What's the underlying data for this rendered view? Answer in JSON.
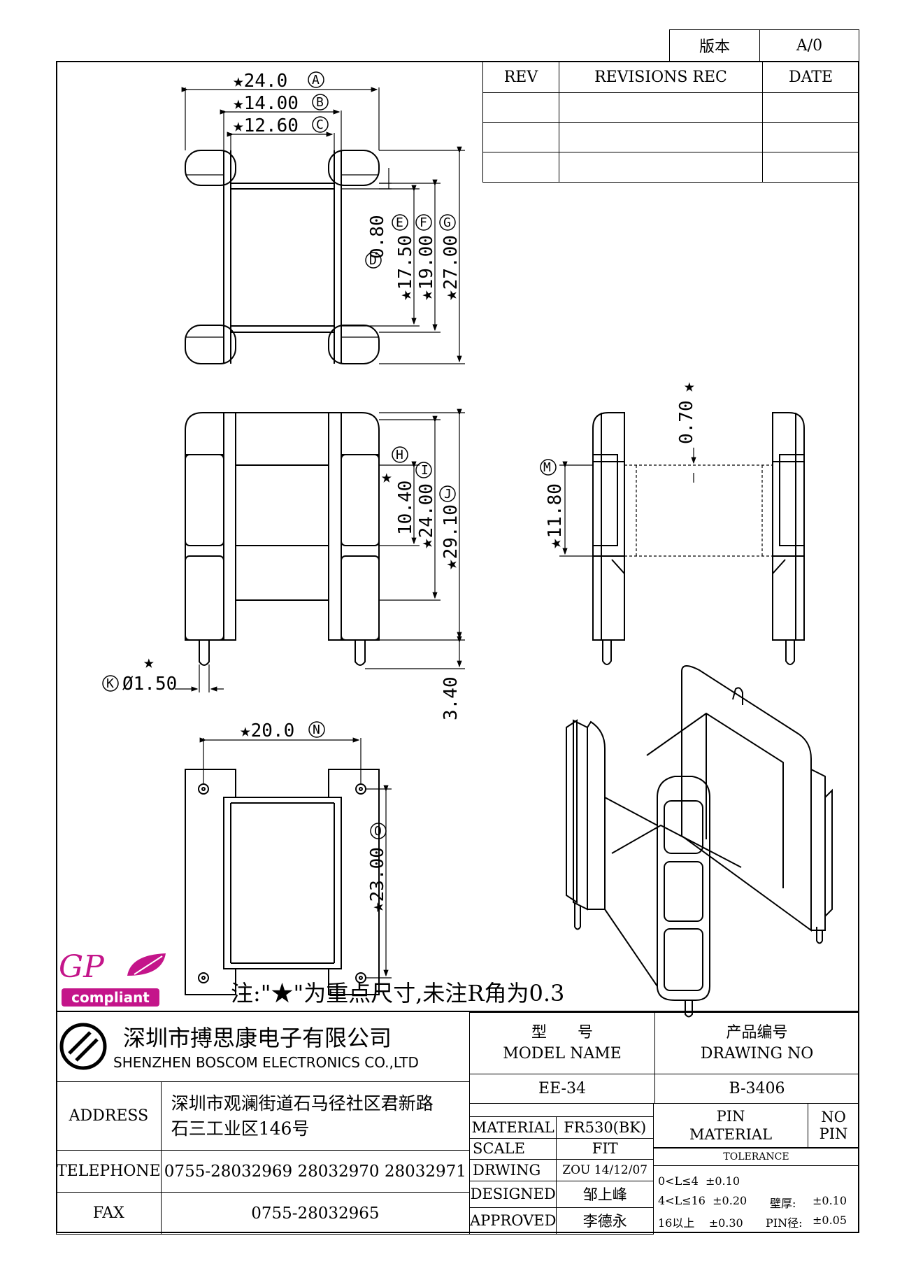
{
  "version": {
    "label": "版本",
    "value": "A/0"
  },
  "revisions": {
    "headers": [
      "REV",
      "REVISIONS REC",
      "DATE"
    ],
    "rows": [
      [
        "",
        "",
        ""
      ],
      [
        "",
        "",
        ""
      ],
      [
        "",
        "",
        ""
      ]
    ]
  },
  "dims": {
    "a": "★24.0",
    "a_tag": "A",
    "b": "★14.00",
    "b_tag": "B",
    "c": "★12.60",
    "c_tag": "C",
    "d": "0.80",
    "d_tag": "D",
    "e": "★17.50",
    "e_tag": "E",
    "f": "★19.00",
    "f_tag": "F",
    "g": "★27.00",
    "g_tag": "G",
    "h": "10.40",
    "h_tag": "H",
    "i": "★24.00",
    "i_tag": "I",
    "j": "★29.10",
    "j_tag": "J",
    "k": "Ø1.50",
    "k_tag": "K",
    "k_star": "★",
    "pin_len": "3.40",
    "l": "0.70",
    "l_star": "★",
    "m": "★11.80",
    "m_tag": "M",
    "n": "★20.0",
    "n_tag": "N",
    "o": "★23.00",
    "o_tag": "O",
    "star_h": "★"
  },
  "note": "注:\"★\"为重点尺寸,未注R角为0.3",
  "badge": {
    "gp": "GP",
    "compliant": "compliant"
  },
  "company": {
    "name_cn": "深圳市搏思康电子有限公司",
    "name_en": "SHENZHEN BOSCOM ELECTRONICS CO.,LTD"
  },
  "titleblock": {
    "model_label_cn": "型　　号",
    "model_label_en": "MODEL NAME",
    "model_value": "EE-34",
    "drawing_label_cn": "产品编号",
    "drawing_label_en": "DRAWING NO",
    "drawing_value": "B-3406",
    "address_label": "ADDRESS",
    "address_line1": "深圳市观澜街道石马径社区君新路",
    "address_line2": "石三工业区146号",
    "telephone_label": "TELEPHONE",
    "telephone_value": "0755-28032969 28032970 28032971",
    "fax_label": "FAX",
    "fax_value": "0755-28032965",
    "material_label": "MATERIAL",
    "material_value": "FR530(BK)",
    "scale_label": "SCALE",
    "scale_value": "FIT",
    "drwing_label": "DRWING",
    "drwing_value": "ZOU 14/12/07",
    "designed_label": "DESIGNED",
    "designed_value": "邹上峰",
    "approved_label": "APPROVED",
    "approved_value": "李德永",
    "pin_material_label": "PIN MATERIAL",
    "pin_material_value": "NO PIN",
    "tolerance_label": "TOLERANCE",
    "tol1": "0<L≤4  ±0.10",
    "tol2": "4<L≤16  ±0.20",
    "tol3": "16以上    ±0.30",
    "wall_label": "壁厚:",
    "wall_value": "±0.10",
    "pin_dia_label": "PIN径:",
    "pin_dia_value": "±0.05"
  }
}
